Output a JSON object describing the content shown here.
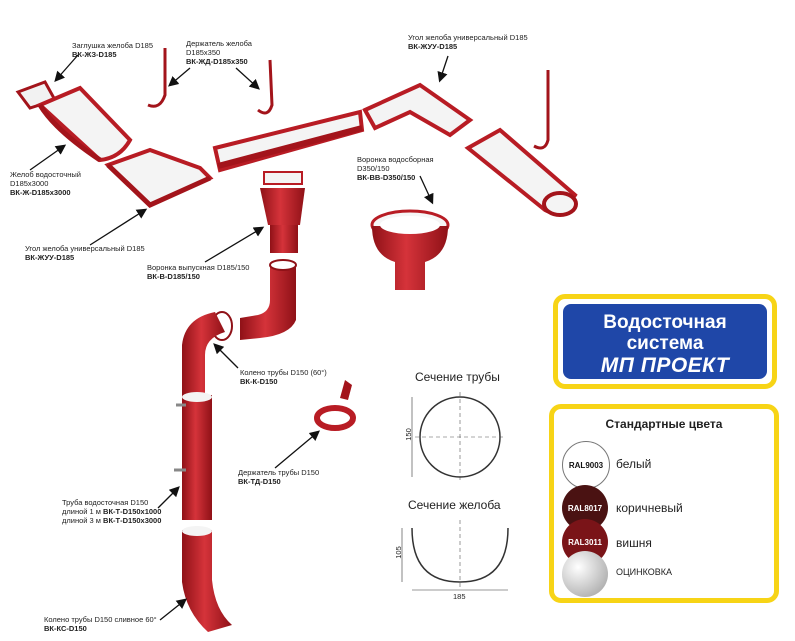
{
  "labels": {
    "gutter_cap": {
      "name": "Заглушка желоба D185",
      "code": "ВК-ЖЗ-D185"
    },
    "gutter_holder": {
      "name1": "Держатель желоба",
      "name2": "D185x350",
      "code": "ВК-ЖД-D185x350"
    },
    "gutter_corner_top": {
      "name": "Угол желоба универсальный D185",
      "code": "ВК-ЖУУ-D185"
    },
    "gutter": {
      "name1": "Желоб водосточный",
      "name2": "D185x3000",
      "code": "ВК-Ж-D185x3000"
    },
    "funnel_collector": {
      "name1": "Воронка водосборная",
      "name2": "D350/150",
      "code": "ВК-ВВ-D350/150"
    },
    "gutter_corner_bottom": {
      "name": "Угол желоба универсальный D185",
      "code": "ВК-ЖУУ-D185"
    },
    "outlet_funnel": {
      "name": "Воронка выпускная D185/150",
      "code": "ВК-В-D185/150"
    },
    "pipe_elbow": {
      "name": "Колено трубы D150 (60°)",
      "code": "ВК-К-D150"
    },
    "pipe_holder": {
      "name": "Держатель трубы D150",
      "code": "ВК-ТД-D150"
    },
    "pipe": {
      "name": "Труба водосточная D150",
      "line1": "длиной 1 м",
      "code1": "ВК-Т-D150x1000",
      "line2": "длиной 3 м",
      "code2": "ВК-Т-D150x3000"
    },
    "drain_elbow": {
      "name": "Колено трубы D150 сливное 60°",
      "code": "ВК-КС-D150"
    }
  },
  "sections": {
    "pipe": {
      "title": "Сечение трубы",
      "dimension": "150"
    },
    "gutter": {
      "title": "Сечение желоба",
      "height": "105",
      "width": "185"
    }
  },
  "brand": {
    "line1": "Водосточная",
    "line2": "система",
    "line3": "МП ПРОЕКТ"
  },
  "colors": {
    "title": "Стандартные цвета",
    "items": [
      {
        "code": "RAL9003",
        "name": "белый",
        "hex": "#ffffff"
      },
      {
        "code": "RAL8017",
        "name": "коричневый",
        "hex": "#4a1212"
      },
      {
        "code": "RAL3011",
        "name": "вишня",
        "hex": "#7a1418"
      },
      {
        "code": "",
        "name": "ОЦИНКОВКА",
        "hex": "#c8c8c8"
      }
    ]
  },
  "palette": {
    "red": "#c0202a",
    "dark_red": "#8f1117",
    "accent": "#f7d416",
    "brand_blue": "#1f47a8"
  }
}
